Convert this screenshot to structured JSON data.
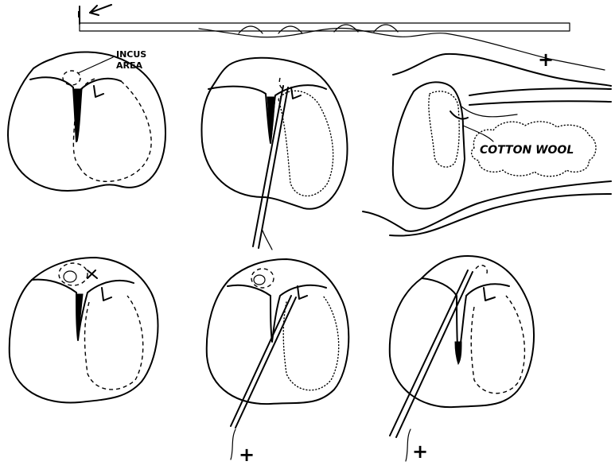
{
  "labels": {
    "incus_area_line1": "INCUS",
    "incus_area_line2": "AREA",
    "cotton_wool": "COTTON WOOL",
    "letter_L": "L",
    "letter_I": "I",
    "plus": "+"
  },
  "colors": {
    "ink": "#000000",
    "background": "#ffffff"
  },
  "icons": {
    "arrow": "arrow-left-icon"
  }
}
